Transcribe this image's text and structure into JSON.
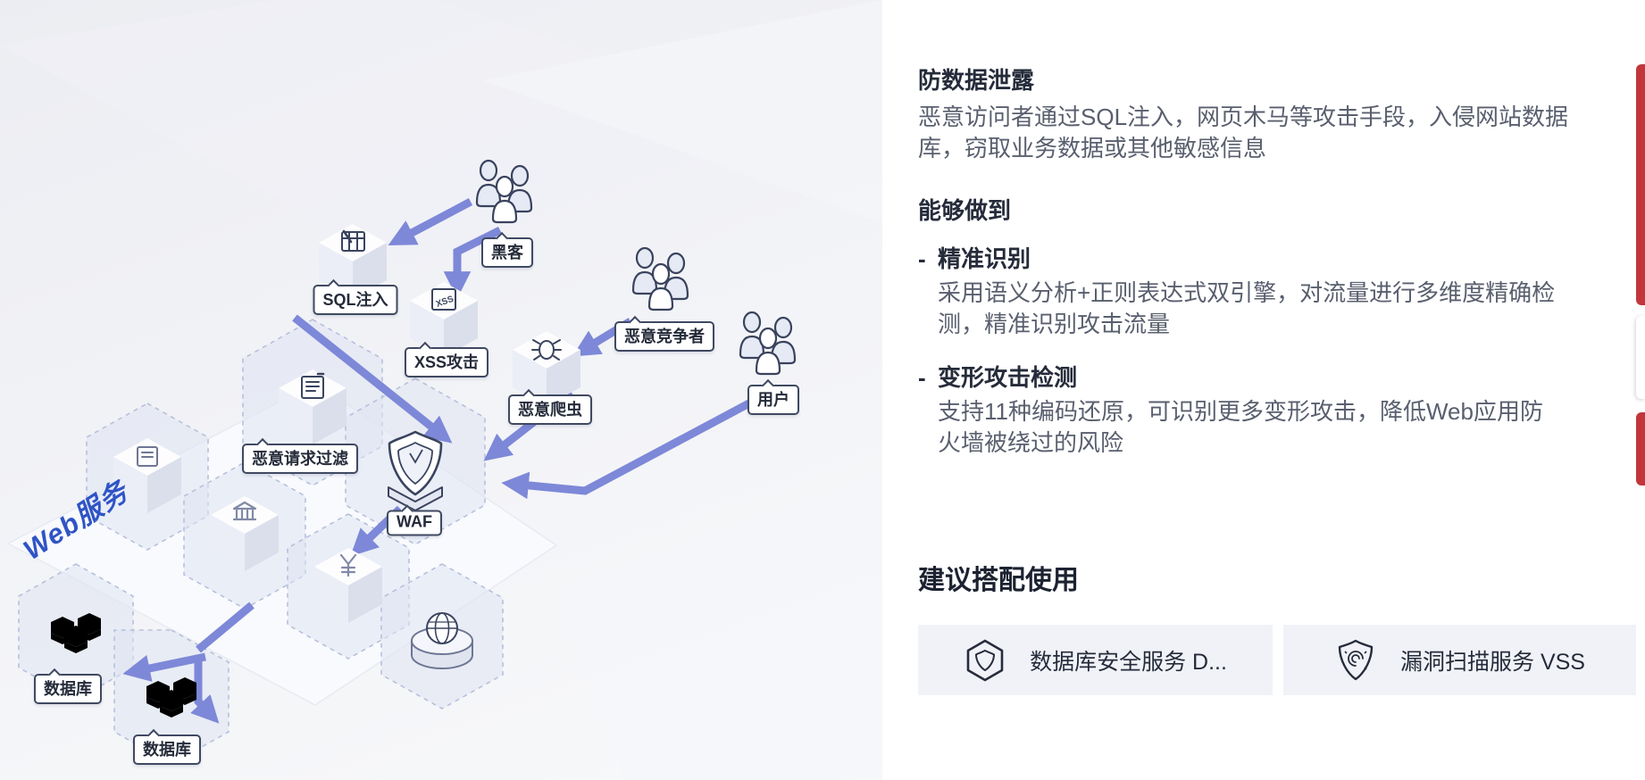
{
  "colors": {
    "accent_red": "#c2353b",
    "arrow_blue": "#7d88d8",
    "heading_text": "#252b3a",
    "body_text": "#595f6e",
    "card_bg": "#f0f2f7",
    "web_service_blue": "#2f54c6"
  },
  "diagram": {
    "labels": {
      "hacker": "黑客",
      "sql_injection": "SQL注入",
      "xss_attack": "XSS攻击",
      "competitor": "恶意竞争者",
      "crawler": "恶意爬虫",
      "user": "用户",
      "request_filter": "恶意请求过滤",
      "waf": "WAF",
      "web_service": "Web服务",
      "database_1": "数据库",
      "database_2": "数据库",
      "xss_glyph": "XSS"
    }
  },
  "panel": {
    "section1": {
      "title": "防数据泄露",
      "body": "恶意访问者通过SQL注入，网页木马等攻击手段，入侵网站数据库，窃取业务数据或其他敏感信息"
    },
    "section2": {
      "title": "能够做到",
      "bullet_marker": "-",
      "bullets": [
        {
          "title": "精准识别",
          "body": "采用语义分析+正则表达式双引擎，对流量进行多维度精确检测，精准识别攻击流量"
        },
        {
          "title": "变形攻击检测",
          "body": "支持11种编码还原，可识别更多变形攻击，降低Web应用防火墙被绕过的风险"
        }
      ]
    },
    "section3": {
      "title": "建议搭配使用",
      "cards": [
        {
          "label": "数据库安全服务 D...",
          "icon": "hexagon-shield-icon"
        },
        {
          "label": "漏洞扫描服务 VSS",
          "icon": "shield-scan-icon"
        }
      ]
    }
  }
}
